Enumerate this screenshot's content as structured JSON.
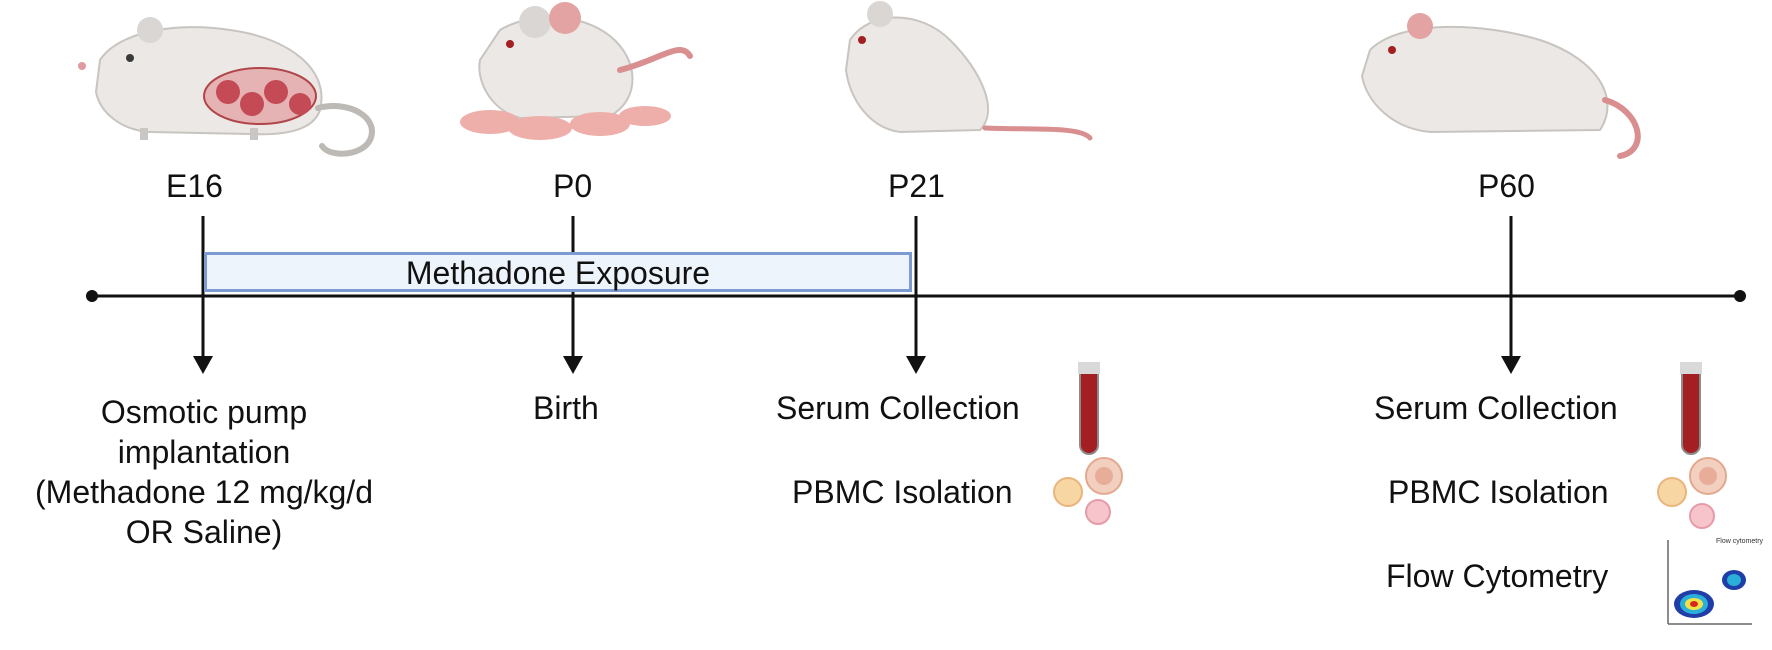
{
  "timepoints": [
    {
      "id": "e16",
      "label": "E16",
      "event": "Osmotic pump implantation (Methadone 12 mg/kg/d OR Saline)"
    },
    {
      "id": "p0",
      "label": "P0",
      "event": "Birth"
    },
    {
      "id": "p21",
      "label": "P21"
    },
    {
      "id": "p60",
      "label": "P60"
    }
  ],
  "exposure_bar": {
    "label": "Methadone Exposure",
    "fill": "#eef4fc",
    "border": "#7c9bd0"
  },
  "e16_event_lines": [
    "Osmotic pump",
    "implantation",
    "(Methadone 12 mg/kg/d",
    "OR Saline)"
  ],
  "p21_events": [
    "Serum Collection",
    "PBMC Isolation"
  ],
  "p60_events": [
    "Serum Collection",
    "PBMC Isolation",
    "Flow Cytometry"
  ],
  "flow_plot_title": "Flow cytometry",
  "colors": {
    "mouse_body": "#ebe8e5",
    "mouse_pink": "#e3a3a3",
    "blood": "#a31f22",
    "line": "#111111"
  }
}
